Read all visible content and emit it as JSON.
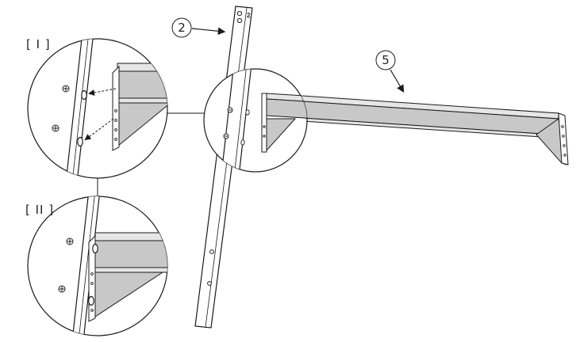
{
  "callouts": {
    "upright_post": "2",
    "shelf_beam": "5"
  },
  "post_marking": "2",
  "detail_views": {
    "step_one": "[ I ]",
    "step_two": "[ II ]"
  },
  "colors": {
    "line": "#1a1a1a",
    "beam_fill": "#c8c8c8",
    "beam_light": "#e6e6e6",
    "post_fill": "#ffffff"
  }
}
